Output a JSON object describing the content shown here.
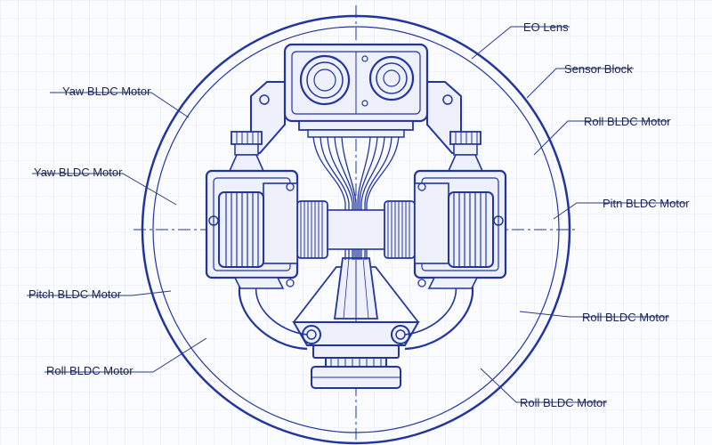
{
  "labels": {
    "eo_lens": "EO Lens",
    "sensor_block": "Sensor Block",
    "roll_motor_upper_right": "Roll BLDC Motor",
    "pitn_motor_right": "Pitn BLDC Motor",
    "roll_motor_mid_right": "Roll BLDC Motor",
    "roll_motor_lower_right": "Roll BLDC Motor",
    "yaw_motor_upper_left": "Yaw BLDC Motor",
    "yaw_motor_left": "Yaw BLDC Motor",
    "pitch_motor_left": "Pitch BLDC Motor",
    "roll_motor_lower_left": "Roll BLDC Motor"
  },
  "colors": {
    "ink": "#2234a0",
    "grid": "#e6eaf6",
    "paper": "#fbfcff",
    "label_text": "#1b2350"
  }
}
